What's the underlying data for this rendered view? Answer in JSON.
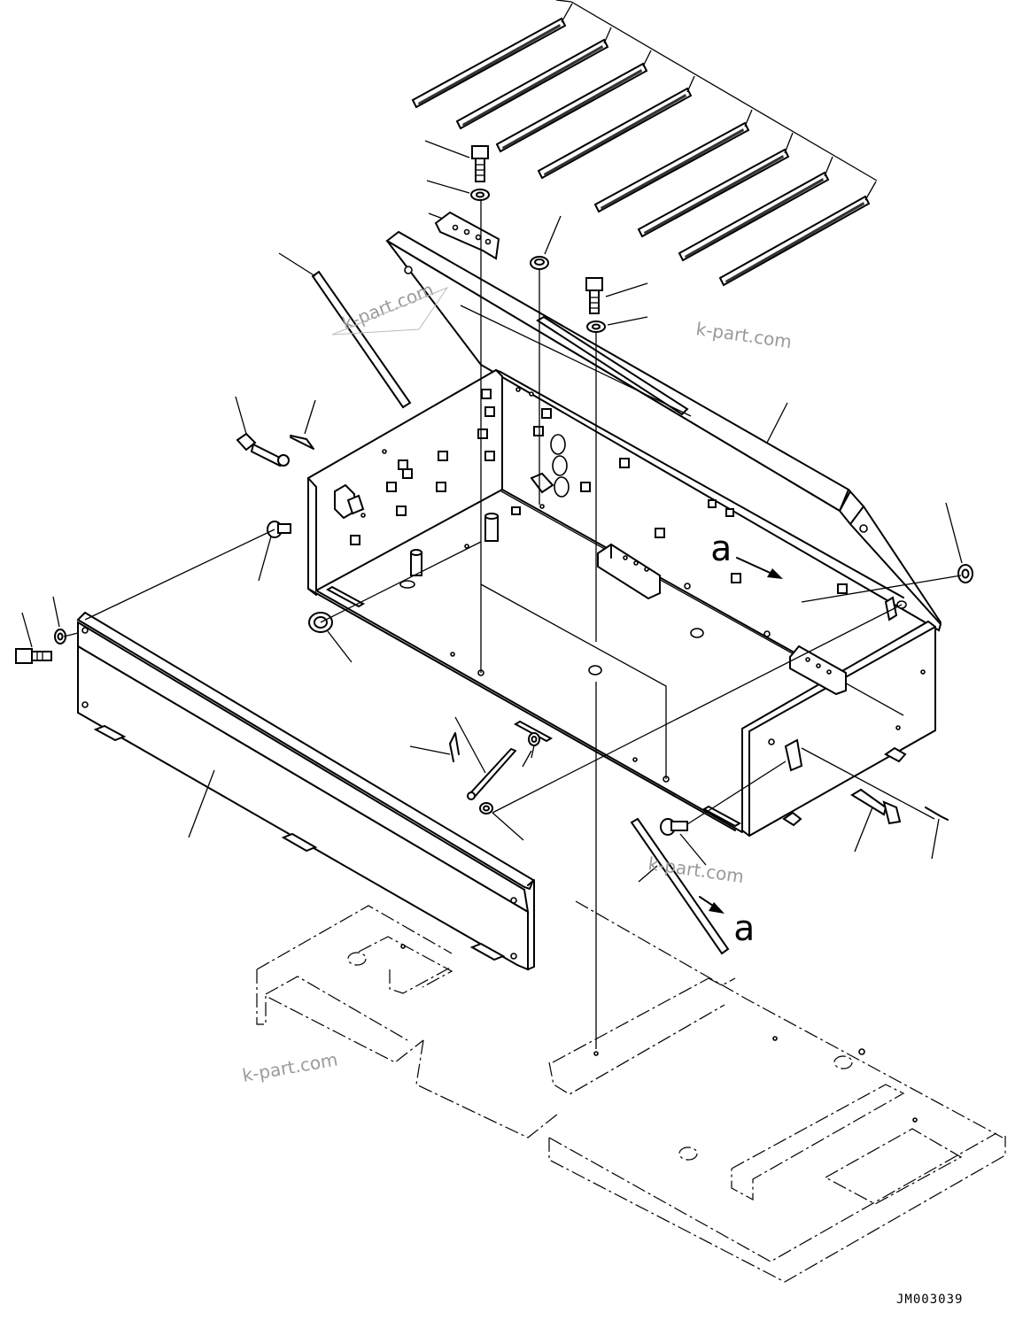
{
  "diagram": {
    "drawing_code": "JM003039",
    "view_marker": "a",
    "watermark": "k-part.com"
  }
}
